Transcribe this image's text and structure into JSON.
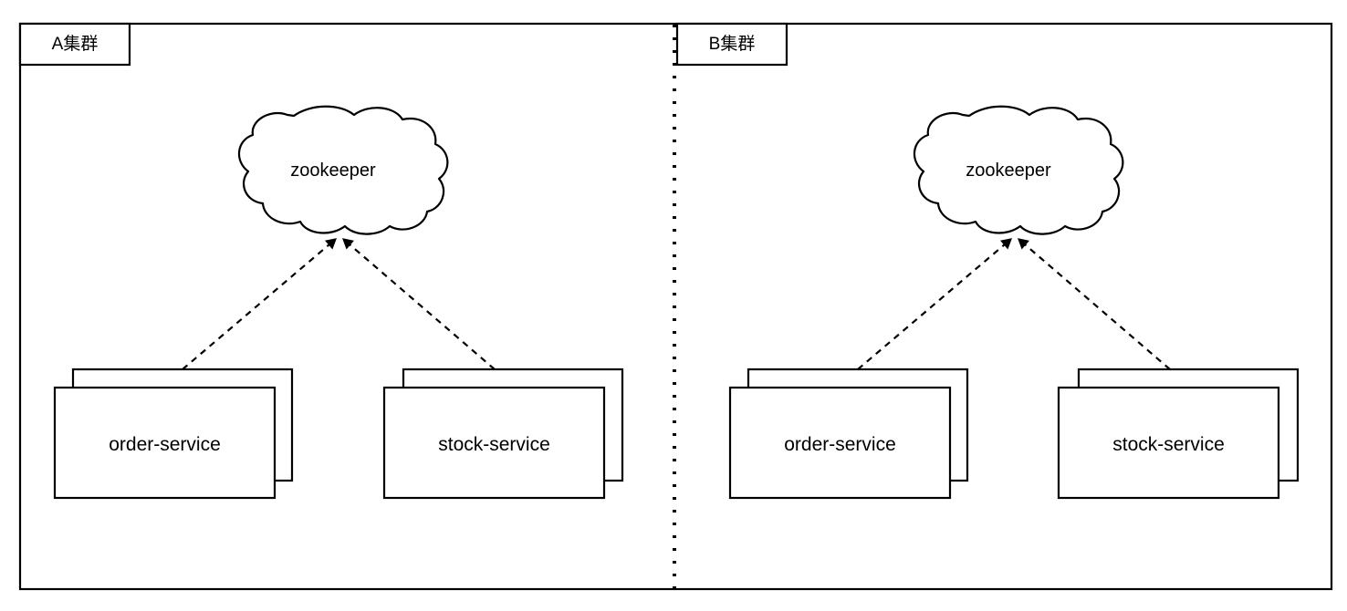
{
  "diagram": {
    "type": "architecture-diagram",
    "background_color": "#ffffff",
    "stroke_color": "#000000",
    "title_text": "",
    "divider": {
      "style": "dotted",
      "orientation": "vertical",
      "name": "cluster-divider"
    },
    "clusters": [
      {
        "id": "cluster-a",
        "label": "A集群",
        "registry": {
          "id": "zookeeper-a",
          "label": "zookeeper",
          "shape": "cloud"
        },
        "services": [
          {
            "id": "order-service-a",
            "label": "order-service",
            "shape": "stacked-box"
          },
          {
            "id": "stock-service-a",
            "label": "stock-service",
            "shape": "stacked-box"
          }
        ],
        "connections": [
          {
            "from": "order-service-a",
            "to": "zookeeper-a",
            "style": "dashed",
            "arrow": "to"
          },
          {
            "from": "stock-service-a",
            "to": "zookeeper-a",
            "style": "dashed",
            "arrow": "to"
          }
        ]
      },
      {
        "id": "cluster-b",
        "label": "B集群",
        "registry": {
          "id": "zookeeper-b",
          "label": "zookeeper",
          "shape": "cloud"
        },
        "services": [
          {
            "id": "order-service-b",
            "label": "order-service",
            "shape": "stacked-box"
          },
          {
            "id": "stock-service-b",
            "label": "stock-service",
            "shape": "stacked-box"
          }
        ],
        "connections": [
          {
            "from": "order-service-b",
            "to": "zookeeper-b",
            "style": "dashed",
            "arrow": "to"
          },
          {
            "from": "stock-service-b",
            "to": "zookeeper-b",
            "style": "dashed",
            "arrow": "to"
          }
        ]
      }
    ]
  }
}
